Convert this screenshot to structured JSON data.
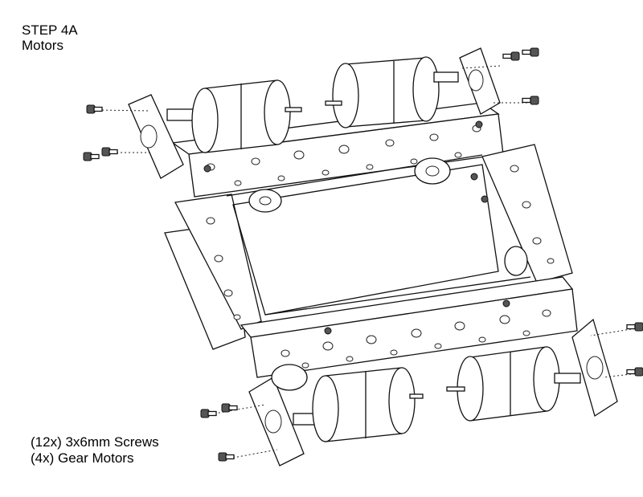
{
  "header": {
    "step": "STEP 4A",
    "subtitle": "Motors"
  },
  "parts_list": {
    "screws": "(12x) 3x6mm Screws",
    "motors": "(4x) Gear Motors"
  },
  "icons": [
    "chassis-frame",
    "gear-motor",
    "motor-mount-bracket",
    "screw"
  ]
}
